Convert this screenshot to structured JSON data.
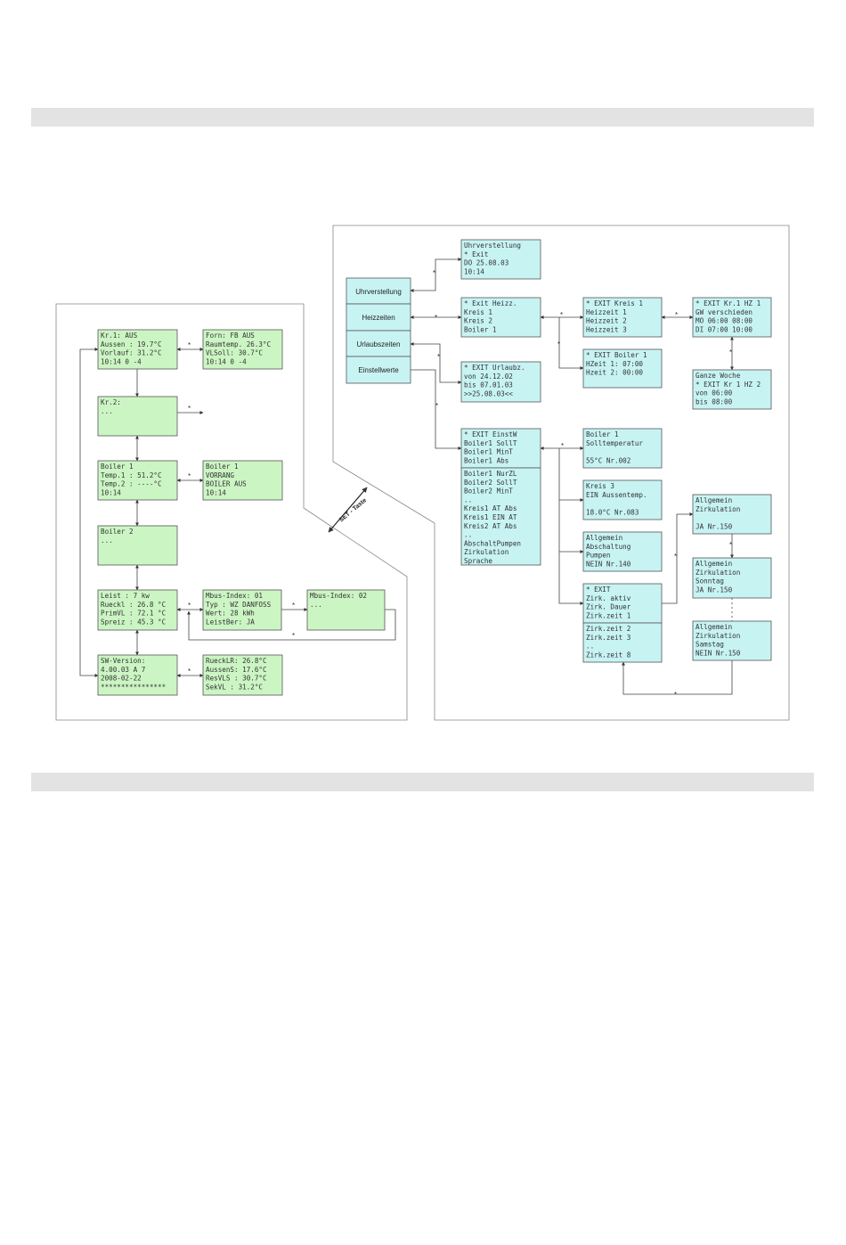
{
  "menu_buttons": [
    "Uhrverstellung",
    "Heizzeiten",
    "Urlaubszeiten",
    "Einstellwerte"
  ],
  "set_key_label": "SET - Taste",
  "star": "*",
  "left_screens": [
    {
      "id": "kr1",
      "lines": [
        "Kr.1: AUS",
        "Aussen :   19.7°C",
        "Vorlauf:  31.2°C",
        " 10:14   0   -4"
      ]
    },
    {
      "id": "kr1-detail",
      "lines": [
        "Forn: FB  AUS",
        "Raumtemp. 26.3°C",
        "VLSoll:   30.7°C",
        " 10:14   0   -4"
      ]
    },
    {
      "id": "kr2",
      "lines": [
        "Kr.2:",
        "..."
      ]
    },
    {
      "id": "boiler1",
      "lines": [
        "Boiler 1",
        "Temp.1 : 51.2°C",
        "Temp.2 : ----°C",
        " 10:14"
      ]
    },
    {
      "id": "boiler1-detail",
      "lines": [
        "Boiler 1",
        "VORRANG",
        "BOILER AUS",
        " 10:14"
      ]
    },
    {
      "id": "boiler2",
      "lines": [
        "Boiler 2",
        "..."
      ]
    },
    {
      "id": "leist",
      "lines": [
        "Leist  :     7 kw",
        "Rueckl : 26.8 °C",
        "PrimVL : 72.1 °C",
        "Spreiz : 45.3 °C"
      ]
    },
    {
      "id": "mbus1",
      "lines": [
        "Mbus-Index: 01",
        "Typ : WZ DANFOSS",
        "Wert:    28 kWh",
        "LeistBer: JA"
      ]
    },
    {
      "id": "mbus2",
      "lines": [
        "Mbus-Index: 02",
        "..."
      ]
    },
    {
      "id": "swversion",
      "lines": [
        "SW-Version:",
        "4.00.03 A 7",
        "2008-02-22",
        "****************"
      ]
    },
    {
      "id": "sw-detail",
      "lines": [
        "RueckLR:  26.8°C",
        "AussenS:  17.6°C",
        "ResVLS :  30.7°C",
        "SekVL  :  31.2°C"
      ]
    }
  ],
  "right_screens": [
    {
      "id": "uhr",
      "lines": [
        "Uhrverstellung",
        "* Exit",
        "  DO 25.08.03",
        "  10:14"
      ]
    },
    {
      "id": "heizzeiten",
      "lines": [
        "* Exit Heizz.",
        "  Kreis 1",
        "  Kreis 2",
        "  Boiler 1"
      ]
    },
    {
      "id": "kreis1",
      "lines": [
        "* EXIT  Kreis 1",
        "  Heizzeit 1",
        "  Heizzeit 2",
        "  Heizzeit 3"
      ]
    },
    {
      "id": "kr1hz1",
      "lines": [
        "* EXIT Kr.1 HZ 1",
        "  GW verschieden",
        "  MO 06:00 08:00",
        "  DI 07:00 10:00"
      ]
    },
    {
      "id": "exitboiler",
      "lines": [
        "* EXIT Boiler 1",
        "  HZeit 1: 07:00",
        "  Hzeit 2: 00:00"
      ]
    },
    {
      "id": "ganzewoche",
      "lines": [
        "Ganze Woche",
        "* EXIT Kr 1 HZ 2",
        "  von 06:00",
        "  bis 08:00"
      ]
    },
    {
      "id": "urlaub",
      "lines": [
        "* EXIT Urlaubz.",
        "  von 24.12.02",
        "  bis 07.01.03",
        ">>25.08.03<<"
      ]
    },
    {
      "id": "einstw",
      "lines": [
        "* EXIT EinstW",
        "  Boiler1 SollT",
        "  Boiler1 MinT",
        "  Boiler1 Abs"
      ]
    },
    {
      "id": "einstw2",
      "lines": [
        "  Boiler1 NurZL",
        "  Boiler2 SollT",
        "  Boiler2 MinT",
        "  ..",
        "  Kreis1 AT Abs",
        "  Kreis1 EIN AT",
        "  Kreis2 AT Abs",
        "  ..",
        "  AbschaltPumpen",
        "  Zirkulation",
        "  Sprache"
      ]
    },
    {
      "id": "boilersoll",
      "lines": [
        "Boiler 1",
        "Solltemperatur",
        "",
        "  55°C     Nr.002"
      ]
    },
    {
      "id": "kreis3",
      "lines": [
        "Kreis 3",
        "EIN Aussentemp.",
        "",
        "  18.0°C   Nr.083"
      ]
    },
    {
      "id": "abschaltung",
      "lines": [
        "Allgemein",
        "Abschaltung",
        "Pumpen",
        " NEIN      Nr.140"
      ]
    },
    {
      "id": "zirk",
      "lines": [
        "* EXIT",
        "  Zirk. aktiv",
        "  Zirk. Dauer",
        "  Zirk.zeit 1"
      ]
    },
    {
      "id": "zirk2",
      "lines": [
        "  Zirk.zeit 2",
        "  Zirk.zeit 3",
        "  ..",
        "  Zirk.zeit 8"
      ]
    },
    {
      "id": "zirk-ja",
      "lines": [
        "Allgemein",
        "Zirkulation",
        "",
        "  JA        Nr.150"
      ]
    },
    {
      "id": "zirk-sonntag",
      "lines": [
        "Allgemein",
        "Zirkulation",
        "Sonntag",
        "  JA        Nr.150"
      ]
    },
    {
      "id": "zirk-samstag",
      "lines": [
        "Allgemein",
        "Zirkulation",
        "Samstag",
        "  NEIN      Nr.150"
      ]
    }
  ],
  "colors": {
    "green": "#ccf5c4",
    "cyan": "#c8f3f3",
    "line": "#444444",
    "frame": "#777777"
  }
}
